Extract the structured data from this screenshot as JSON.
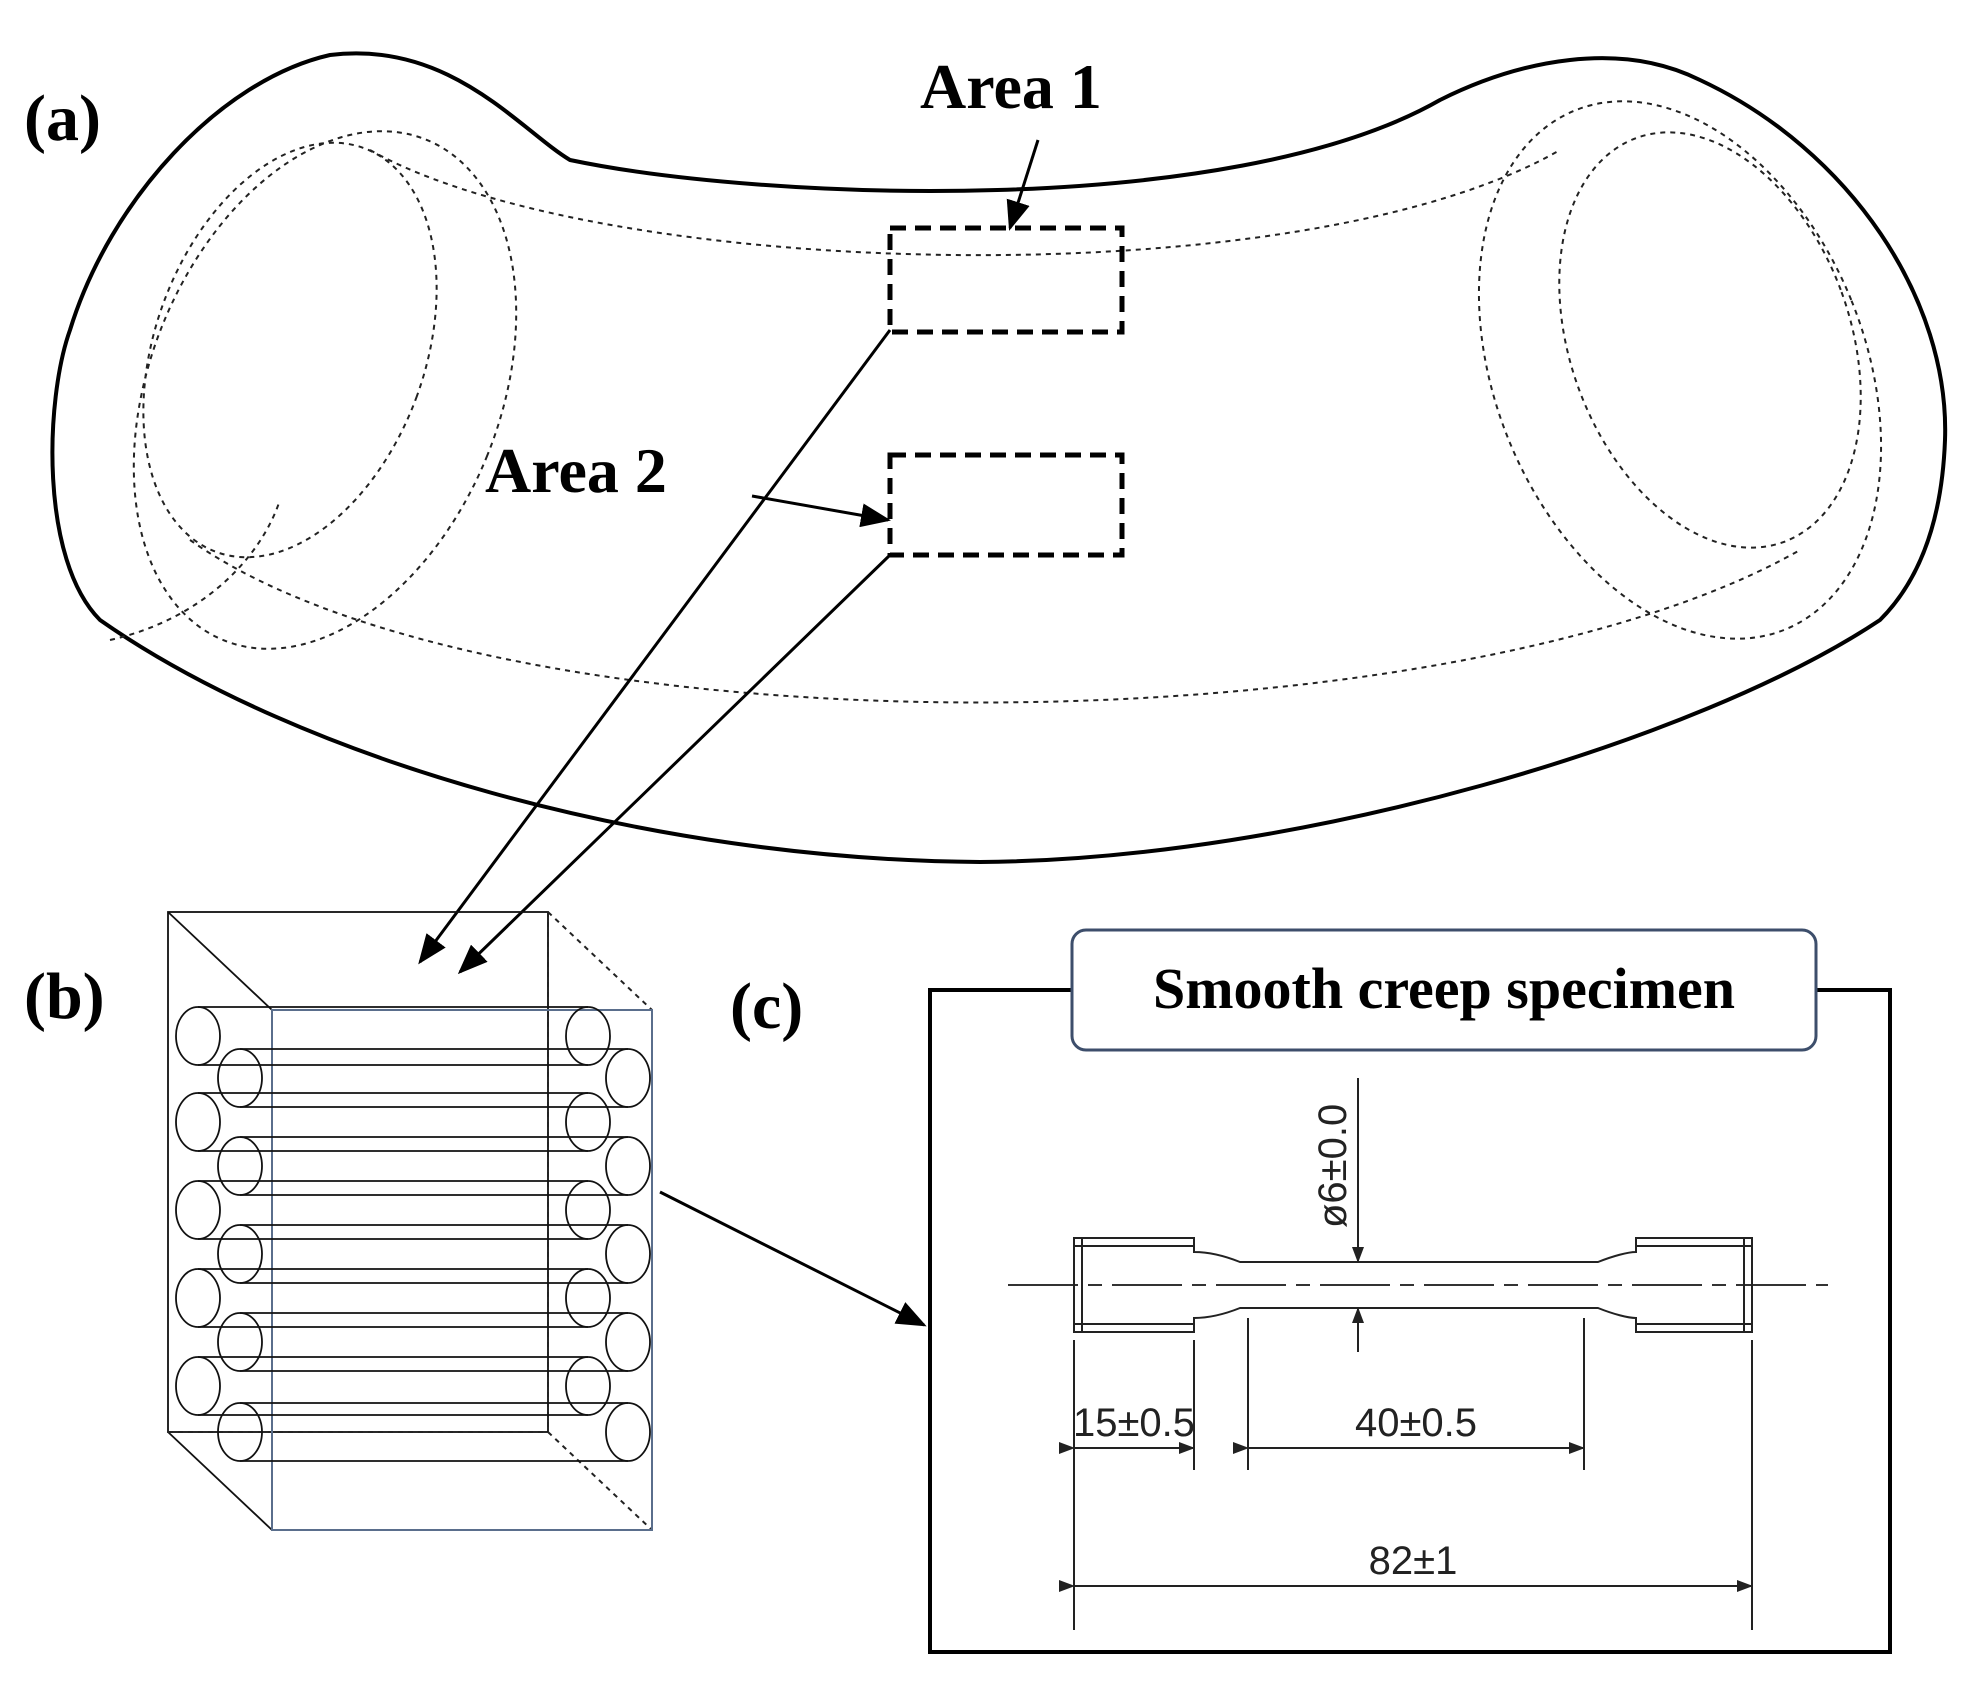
{
  "panels": {
    "a": "(a)",
    "b": "(b)",
    "c": "(c)"
  },
  "areas": {
    "area1": "Area 1",
    "area2": "Area 2"
  },
  "specimen": {
    "title": "Smooth creep specimen",
    "diameter": "ø6±0.0",
    "grip_length": "15±0.5",
    "gauge_length": "40±0.5",
    "total_length": "82±1"
  }
}
